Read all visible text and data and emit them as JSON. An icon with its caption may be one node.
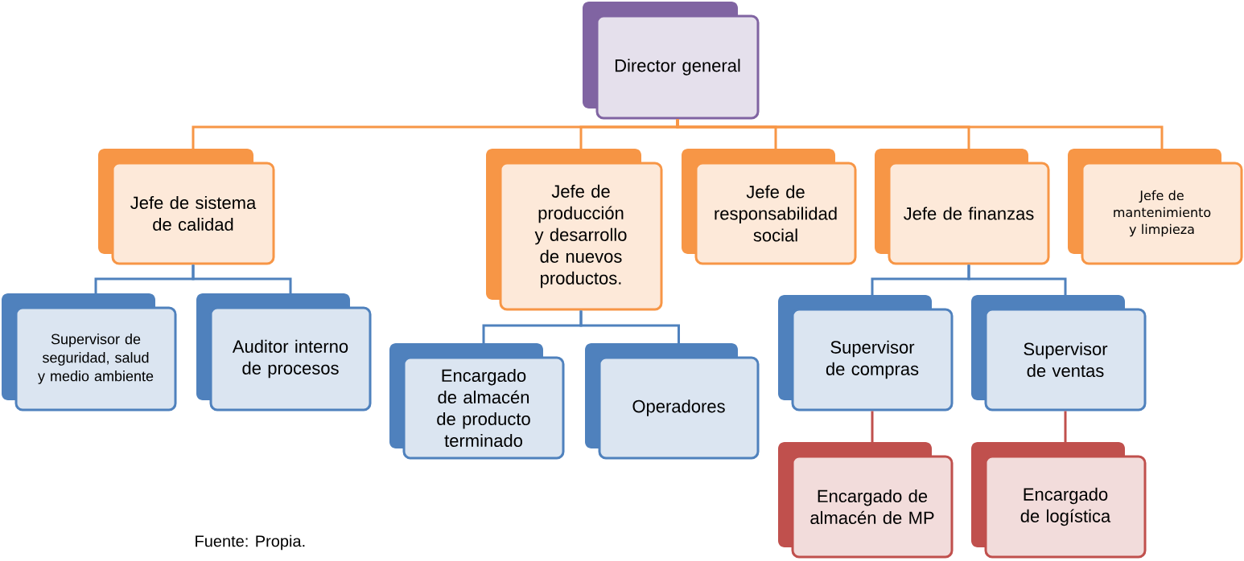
{
  "diagram": {
    "nodes": [
      {
        "text": [
          "Director general"
        ]
      },
      {
        "text": [
          "Jefe de sistema de calidad"
        ]
      },
      {
        "text": [
          "Jefe de producción y desarrollo de nuevos productos."
        ]
      },
      {
        "text": [
          "Jefe de responsabilidad social"
        ]
      },
      {
        "text": [
          "Jefe de finanzas"
        ]
      },
      {
        "text": [
          "Jefe de mantenimiento y limpieza"
        ]
      },
      {
        "text": [
          "Supervisor de seguridad, salud y medio ambiente"
        ]
      },
      {
        "text": [
          "Auditor interno de procesos"
        ]
      },
      {
        "text": [
          "Encargado de almacén de producto terminado"
        ]
      },
      {
        "text": [
          "Operadores"
        ]
      },
      {
        "text": [
          "Supervisor de compras"
        ]
      },
      {
        "text": [
          "Supervisor de ventas"
        ]
      },
      {
        "text": [
          "Encargado de almacén de MP"
        ]
      },
      {
        "text": [
          "Encargado de logística"
        ]
      }
    ],
    "edges": [
      {
        "from": 0,
        "to": 1,
        "arrow": "none",
        "color": "#f79646"
      },
      {
        "from": 0,
        "to": 2,
        "arrow": "none",
        "color": "#f79646"
      },
      {
        "from": 0,
        "to": 3,
        "arrow": "none",
        "color": "#f79646"
      },
      {
        "from": 0,
        "to": 4,
        "arrow": "none",
        "color": "#f79646"
      },
      {
        "from": 0,
        "to": 5,
        "arrow": "none",
        "color": "#f79646"
      },
      {
        "from": 1,
        "to": 6,
        "arrow": "none",
        "color": "#4f81bd"
      },
      {
        "from": 1,
        "to": 7,
        "arrow": "none",
        "color": "#4f81bd"
      },
      {
        "from": 2,
        "to": 8,
        "arrow": "none",
        "color": "#4f81bd"
      },
      {
        "from": 2,
        "to": 9,
        "arrow": "none",
        "color": "#4f81bd"
      },
      {
        "from": 4,
        "to": 10,
        "arrow": "none",
        "color": "#4f81bd"
      },
      {
        "from": 4,
        "to": 11,
        "arrow": "none",
        "color": "#4f81bd"
      },
      {
        "from": 10,
        "to": 12,
        "arrow": "none",
        "color": "#c0504d"
      },
      {
        "from": 11,
        "to": 13,
        "arrow": "none",
        "color": "#c0504d"
      }
    ],
    "labels": [
      "Fuente: Propia."
    ]
  }
}
